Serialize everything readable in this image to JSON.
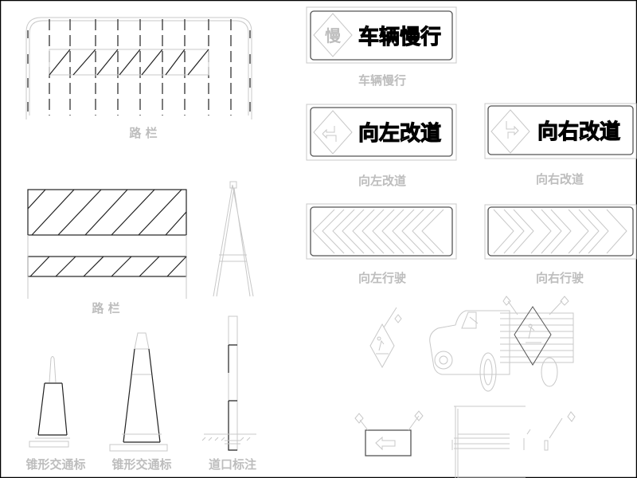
{
  "drawing": {
    "labels": {
      "barrier_1": "路 栏",
      "barrier_2": "路 栏",
      "cone_1": "锥形交通标",
      "cone_2": "锥形交通标",
      "crossing_post": "道口标注",
      "slow_sign": "车辆慢行",
      "detour_left": "向左改道",
      "detour_right": "向右改道",
      "keep_left": "向左行驶",
      "keep_right": "向右行驶"
    },
    "signs": {
      "slow_text": "车辆慢行",
      "slow_symbol": "慢",
      "detour_left_text": "向左改道",
      "detour_right_text": "向右改道"
    }
  }
}
